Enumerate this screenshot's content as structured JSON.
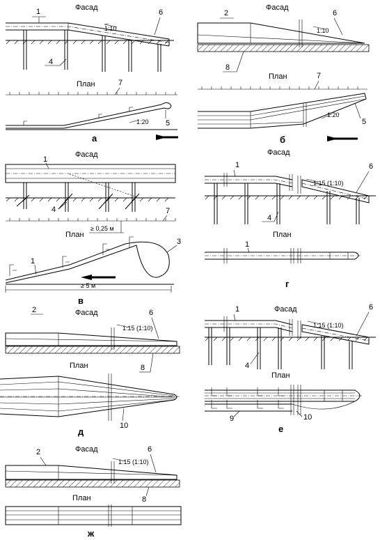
{
  "labels": {
    "facade": "Фасад",
    "plan": "План"
  },
  "slopes": {
    "s110": "1:10",
    "s120": "1:20",
    "s115": "1:15 (1:10)"
  },
  "dimensions": {
    "gap": "≥ 0,25 м",
    "length": "≥ 5 м"
  },
  "letters": {
    "a": "а",
    "b": "б",
    "v": "в",
    "g": "г",
    "d": "д",
    "e": "е",
    "zh": "ж"
  },
  "callouts": {
    "n1": "1",
    "n2": "2",
    "n3": "3",
    "n4": "4",
    "n5": "5",
    "n6": "6",
    "n7": "7",
    "n8": "8",
    "n9": "9",
    "n10": "10"
  }
}
